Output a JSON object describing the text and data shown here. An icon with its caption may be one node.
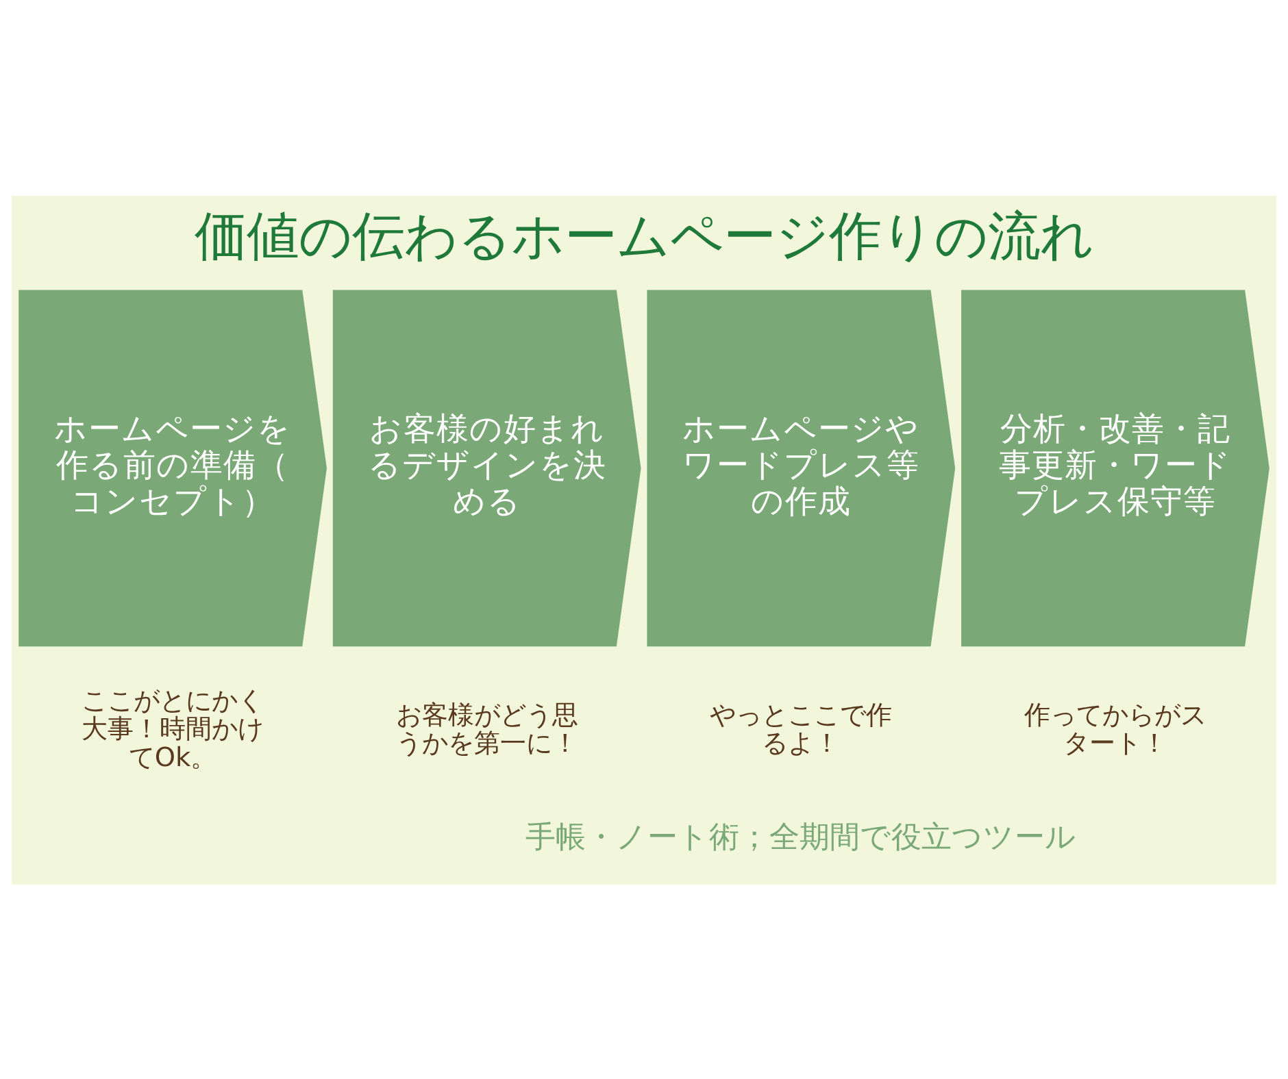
{
  "diagram": {
    "title": "価値の伝わるホームページ作りの流れ",
    "nodes": [
      {
        "text": [
          "ホームページを作る前の準備（コンセプト）"
        ],
        "beside": [
          "ここがとにかく大事！時間かけてOk。"
        ]
      },
      {
        "text": [
          "お客様の好まれるデザインを決める"
        ],
        "beside": [
          "お客様がどう思うかを第一に！"
        ]
      },
      {
        "text": [
          "ホームページやワードプレス等の作成"
        ],
        "beside": [
          "やっとここで作るよ！"
        ]
      },
      {
        "text": [
          "分析・改善・記事更新・ワードプレス保守等"
        ],
        "beside": [
          "作ってからがスタート！"
        ]
      }
    ],
    "labels": [
      "手帳・ノート術；全期間で役立つツール"
    ]
  }
}
